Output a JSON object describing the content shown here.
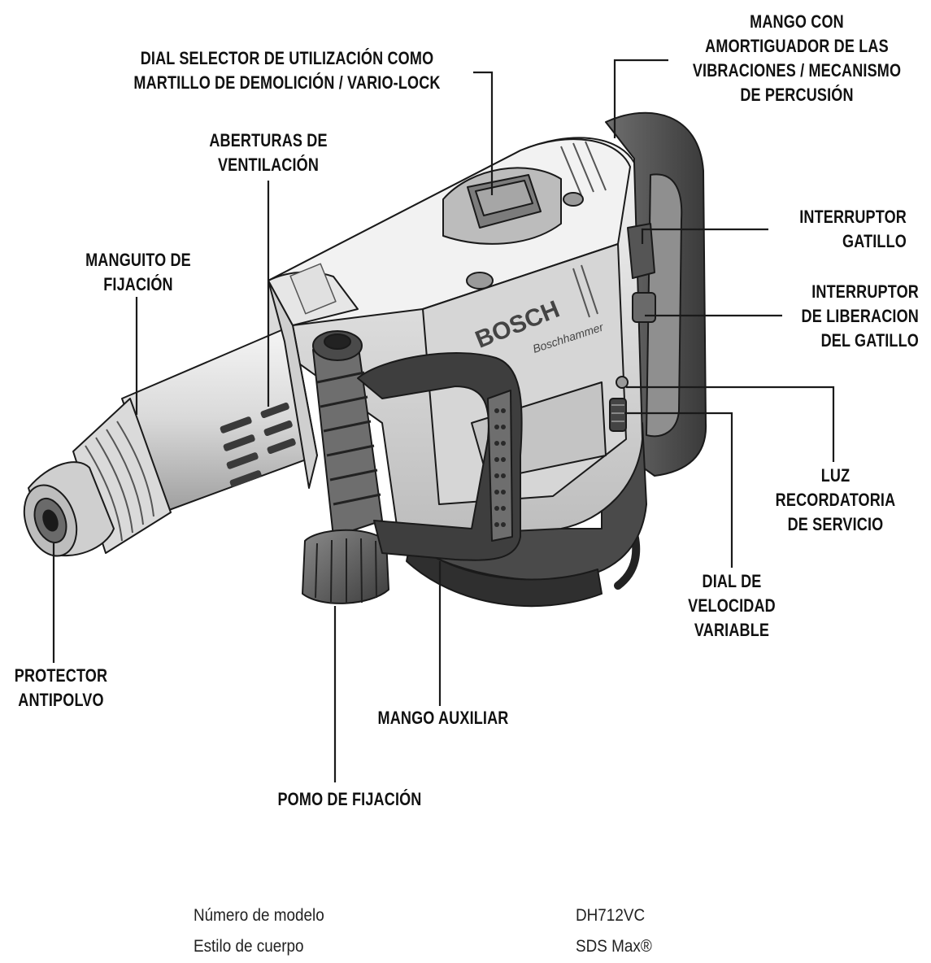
{
  "labels": {
    "dial_selector": [
      "DIAL SELECTOR DE UTILIZACIÓN COMO",
      "MARTILLO DE DEMOLICIÓN / VARIO-LOCK"
    ],
    "mango_amortiguador": [
      "MANGO CON",
      "AMORTIGUADOR DE LAS",
      "VIBRACIONES / MECANISMO",
      "DE PERCUSIÓN"
    ],
    "aberturas": [
      "ABERTURAS DE",
      "VENTILACIÓN"
    ],
    "manguito": [
      "MANGUITO DE",
      "FIJACIÓN"
    ],
    "interruptor_gatillo": [
      "INTERRUPTOR",
      "GATILLO"
    ],
    "interruptor_liberacion": [
      "INTERRUPTOR",
      "DE LIBERACION",
      "DEL GATILLO"
    ],
    "luz": [
      "LUZ",
      "RECORDATORIA",
      "DE SERVICIO"
    ],
    "dial_velocidad": [
      "DIAL DE",
      "VELOCIDAD",
      "VARIABLE"
    ],
    "protector": [
      "PROTECTOR",
      "ANTIPOLVO"
    ],
    "mango_auxiliar": [
      "MANGO AUXILIAR"
    ],
    "pomo": [
      "POMO DE FIJACIÓN"
    ]
  },
  "brand": {
    "logo": "BOSCH",
    "model_text": "Boschhammer"
  },
  "specs": [
    {
      "label": "Número de modelo",
      "value": "DH712VC"
    },
    {
      "label": "Estilo de cuerpo",
      "value": "SDS Max®"
    }
  ],
  "colors": {
    "body": "#e8e8e8",
    "handle": "#555555",
    "outline": "#1a1a1a",
    "text": "#111111"
  }
}
